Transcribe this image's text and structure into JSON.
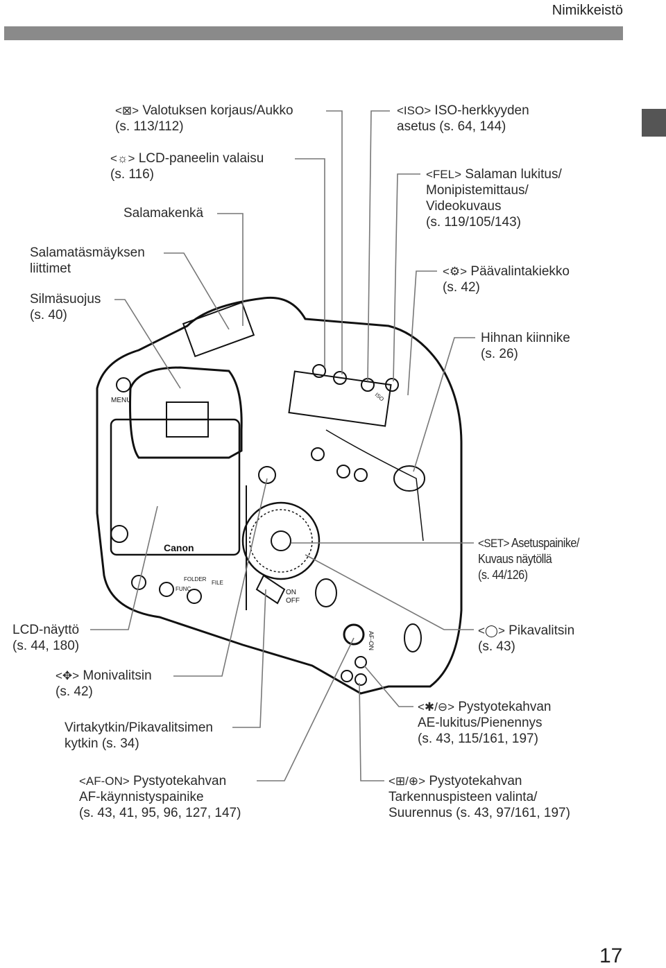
{
  "header": {
    "section": "Nimikkeistö",
    "page_number": "17"
  },
  "labels": {
    "exposure": {
      "icon": "<⊠>",
      "l1": "Valotuksen korjaus/Aukko",
      "l2": "(s. 113/112)"
    },
    "lcd_light": {
      "icon": "<☼>",
      "l1": "LCD-paneelin valaisu",
      "l2": "(s. 116)"
    },
    "hotshoe": {
      "l1": "Salamakenkä"
    },
    "pc_term": {
      "l1": "Salamatäsmäyksen",
      "l2": "liittimet"
    },
    "eyecup": {
      "l1": "Silmäsuojus",
      "l2": "(s. 40)"
    },
    "iso": {
      "icon": "<ISO>",
      "l1": "ISO-herkkyyden",
      "l2": "asetus (s. 64, 144)"
    },
    "fel": {
      "icon": "<FEL>",
      "l1": "Salaman lukitus/",
      "l2": "Monipistemittaus/",
      "l3": "Videokuvaus",
      "l4": "(s. 119/105/143)"
    },
    "main_dial": {
      "icon": "<⚙>",
      "l1": "Päävalintakiekko",
      "l2": "(s. 42)"
    },
    "strap": {
      "l1": "Hihnan kiinnike",
      "l2": "(s. 26)"
    },
    "set": {
      "icon": "<SET>",
      "l1": "Asetuspainike/",
      "l2": "Kuvaus näytöllä",
      "l3": "(s. 44/126)"
    },
    "lcd": {
      "l1": "LCD-näyttö",
      "l2": "(s. 44, 180)"
    },
    "multi": {
      "icon": "<✥>",
      "l1": "Monivalitsin",
      "l2": "(s. 42)"
    },
    "power": {
      "l1": "Virtakytkin/Pikavalitsimen",
      "l2": "kytkin (s. 34)"
    },
    "quick": {
      "icon": "<◯>",
      "l1": "Pikavalitsin",
      "l2": "(s. 43)"
    },
    "ae_lock": {
      "icon": "<✱/⊖>",
      "l1": "Pystyotekahvan",
      "l2": "AE-lukitus/Pienennys",
      "l3": "(s. 43, 115/161, 197)"
    },
    "af_on": {
      "icon": "<AF-ON>",
      "l1": "Pystyotekahvan",
      "l2": "AF-käynnistyspainike",
      "l3": "(s. 43, 41, 95, 96, 127, 147)"
    },
    "af_point": {
      "icon": "<⊞/⊕>",
      "l1": "Pystyotekahvan",
      "l2": "Tarkennuspisteen valinta/",
      "l3": "Suurennus (s. 43, 97/161, 197)"
    }
  },
  "camera": {
    "brand": "Canon",
    "menu": "MENU",
    "on": "ON",
    "off": "OFF",
    "func": "FUNC",
    "folder": "FOLDER",
    "file": "FILE",
    "afon": "AF-ON",
    "iso": "ISO"
  }
}
